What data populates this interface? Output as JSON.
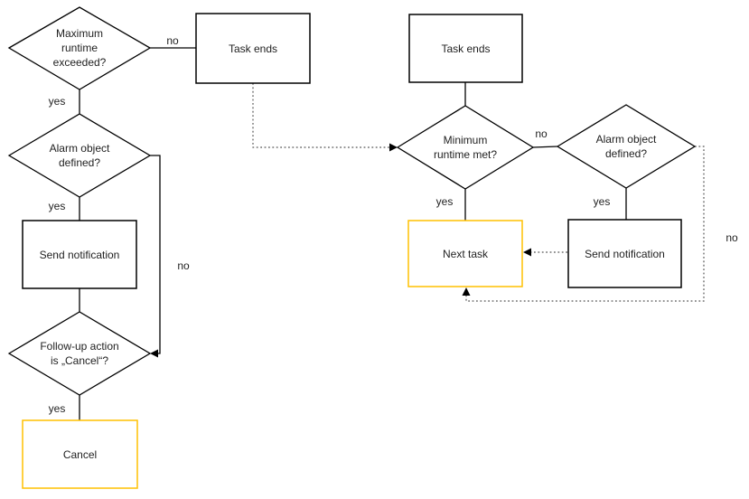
{
  "colors": {
    "line": "#000000",
    "highlight": "#FFC000",
    "text": "#1f1f1f",
    "background": "#ffffff"
  },
  "left_flow": {
    "max_runtime_decision": "Maximum\nruntime\nexceeded?",
    "task_ends_box": "Task ends",
    "alarm_decision": "Alarm object\ndefined?",
    "send_notification_box": "Send notification",
    "followup_decision": "Follow-up action\nis „Cancel“?",
    "cancel_box": "Cancel",
    "labels": {
      "no_to_task_ends": "no",
      "yes_to_alarm": "yes",
      "yes_to_notification": "yes",
      "no_to_followup": "no",
      "yes_to_cancel": "yes"
    }
  },
  "right_flow": {
    "task_ends_box": "Task ends",
    "min_runtime_decision": "Minimum\nruntime met?",
    "alarm_decision": "Alarm object\ndefined?",
    "send_notification_box": "Send notification",
    "next_task_box": "Next task",
    "labels": {
      "yes_to_next_task": "yes",
      "no_to_alarm": "no",
      "yes_to_notification": "yes",
      "no_loop": "no"
    }
  }
}
